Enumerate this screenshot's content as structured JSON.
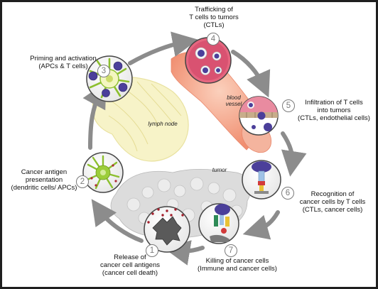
{
  "steps": [
    {
      "number": "1",
      "line1": "Release of",
      "line2": "cancer cell antigens",
      "line3": "(cancer cell death)"
    },
    {
      "number": "2",
      "line1": "Cancer antigen",
      "line2": "presentation",
      "line3": "(dendritic cells/ APCs)"
    },
    {
      "number": "3",
      "line1": "Priming and activation",
      "line2": "(APCs & T cells)"
    },
    {
      "number": "4",
      "line1": "Trafficking of",
      "line2": "T cells to tumors",
      "line3": "(CTLs)"
    },
    {
      "number": "5",
      "line1": "Infiltration of T cells",
      "line2": "into tumors",
      "line3": "(CTLs, endothelial cells)"
    },
    {
      "number": "6",
      "line1": "Recognition of",
      "line2": "cancer cells by T cells",
      "line3": "(CTLs, cancer cells)"
    },
    {
      "number": "7",
      "line1": "Killing of cancer cells",
      "line2": "(Immune and cancer cells)"
    }
  ],
  "tags": {
    "lymph_node": "lymph node",
    "blood_vessel_1": "blood",
    "blood_vessel_2": "vessel",
    "tumor": "tumor"
  },
  "colors": {
    "cycle_arrow": "#8c8c8c",
    "number_ring": "#7a7a7a",
    "dendritic_cell": "#9ccd3a",
    "t_cell": "#4b3f9a",
    "tumor_cell": "#b9346a",
    "blood_vessel": "#f2a083",
    "lymph_node": "#f7f3c8",
    "tumor_mass": "#d9d9d9"
  }
}
